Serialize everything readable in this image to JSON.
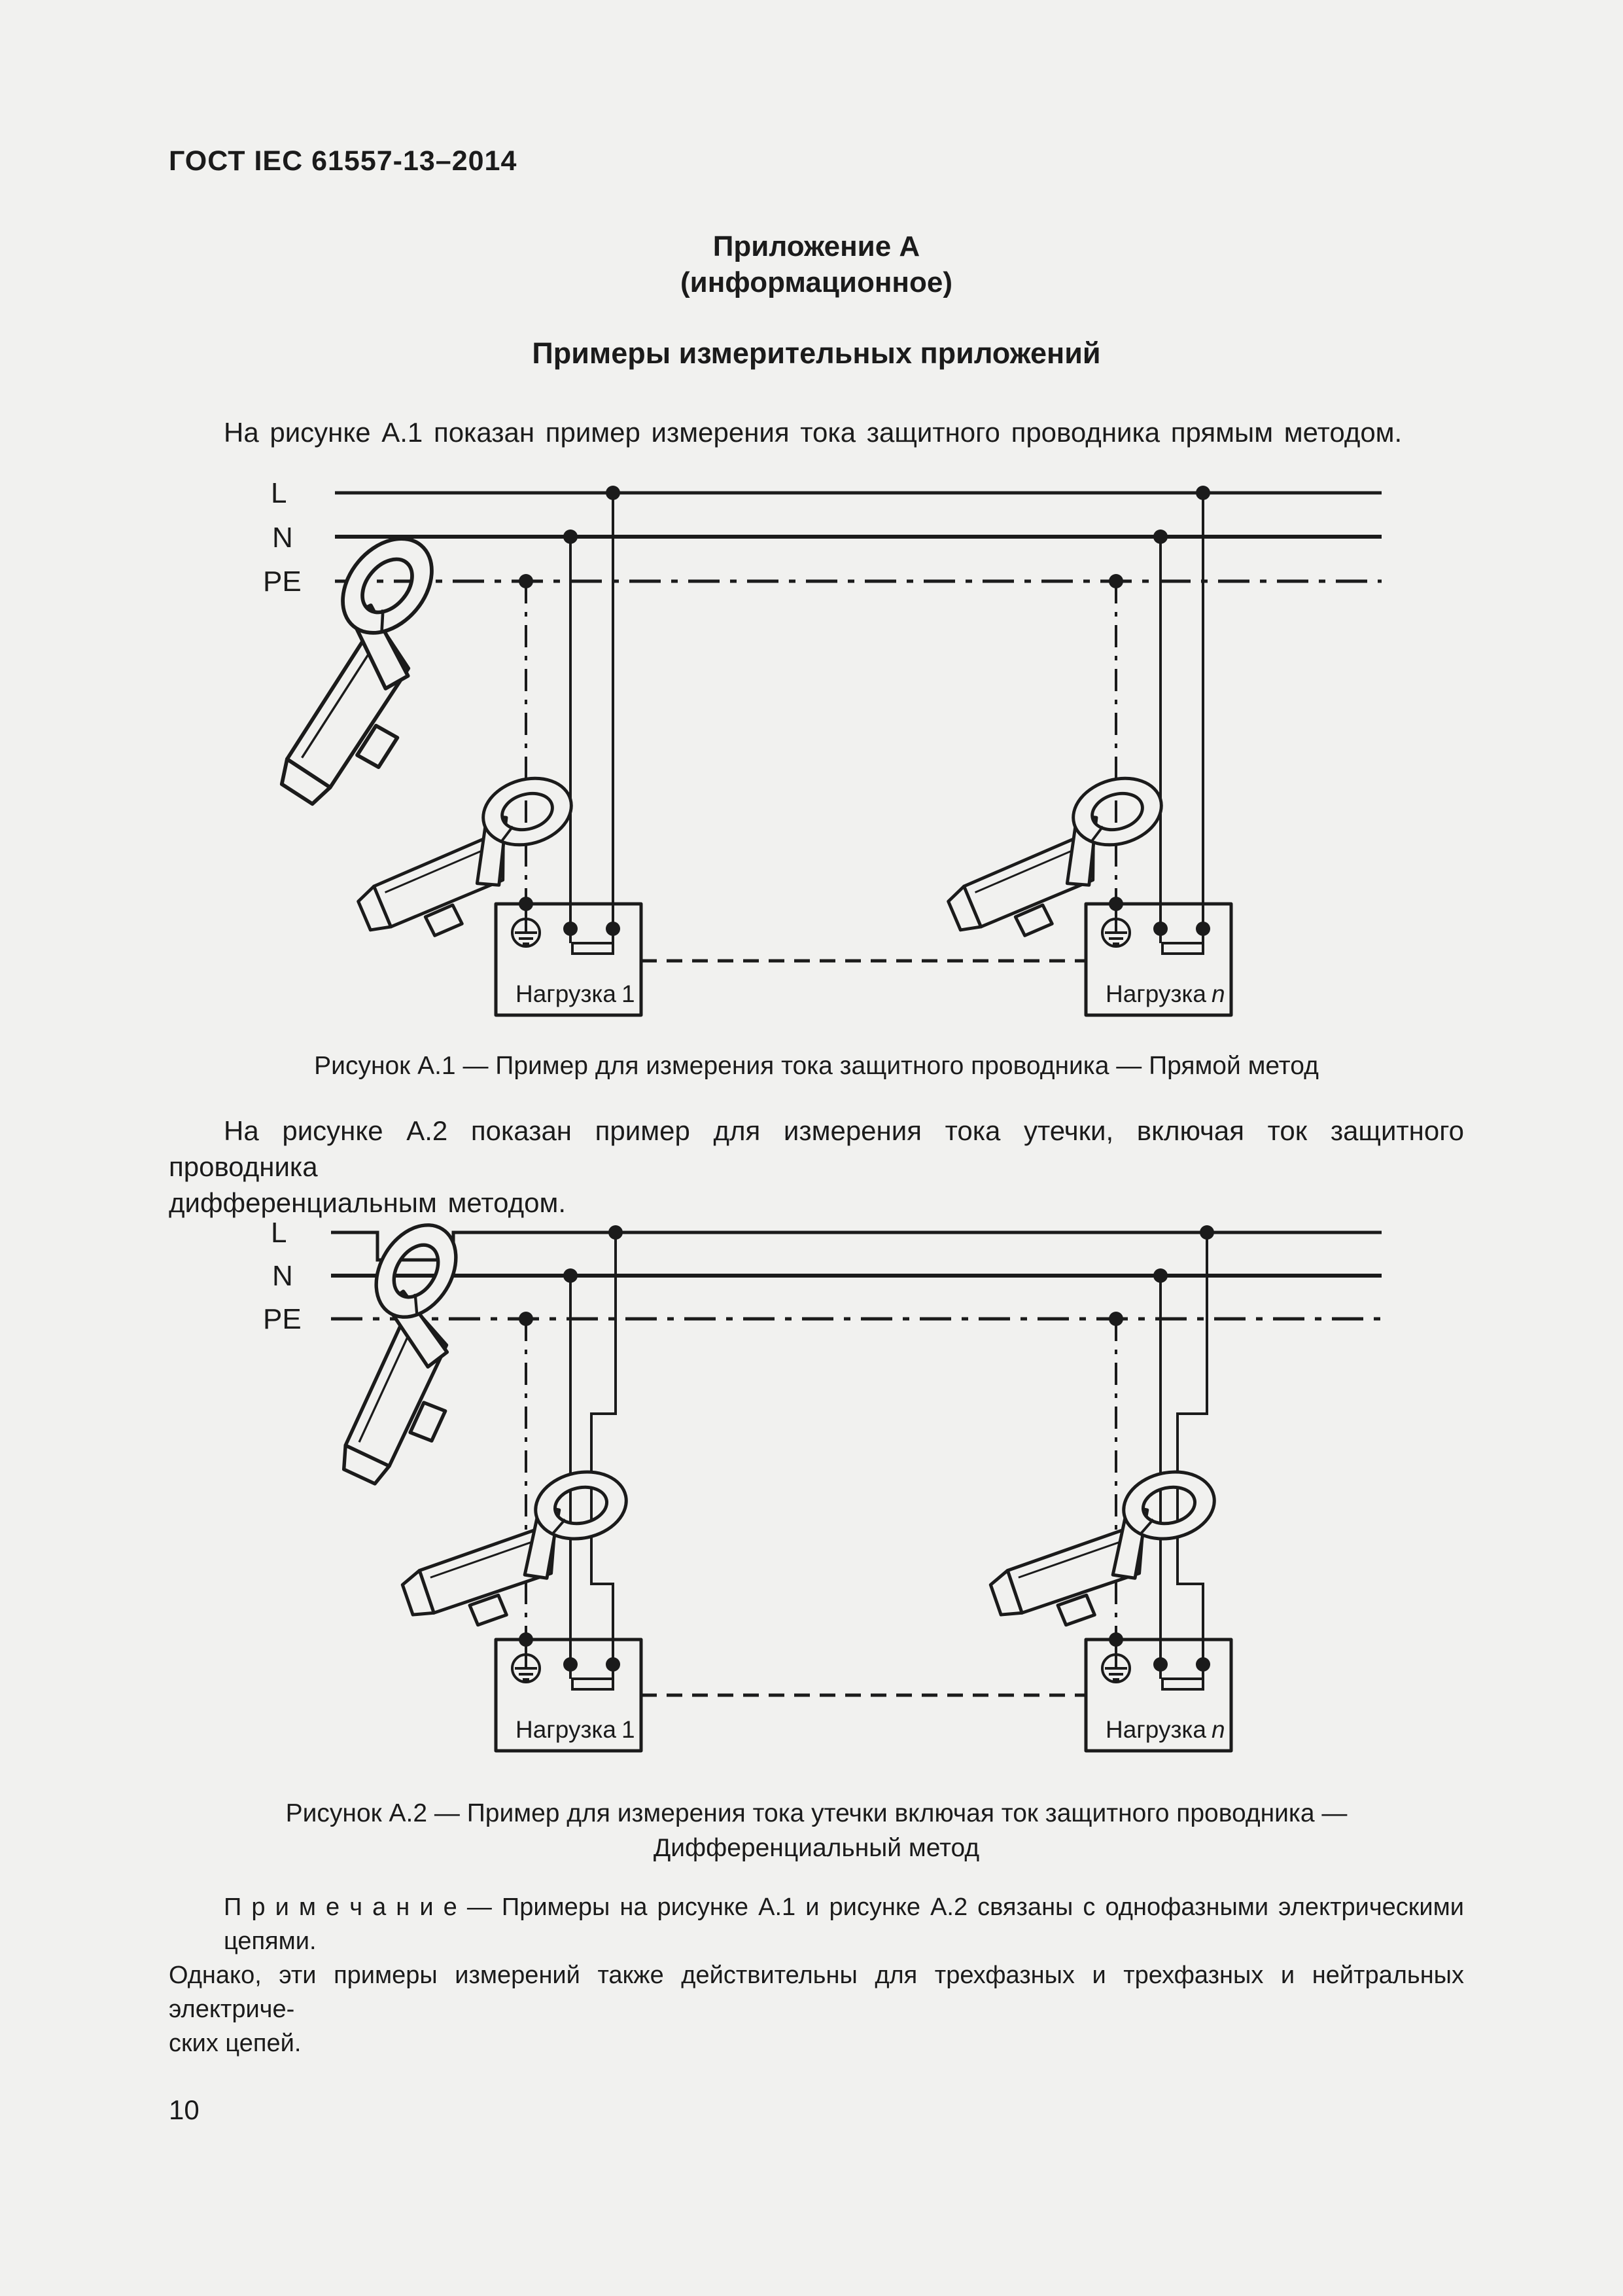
{
  "page": {
    "header_title": "ГОСТ IEC 61557-13–2014",
    "page_number": "10",
    "colors": {
      "background": "#f1f1ef",
      "ink": "#1b1b1b"
    }
  },
  "appendix": {
    "title": "Приложение А",
    "type_note": "(информационное)",
    "section_title": "Примеры измерительных приложений"
  },
  "intro": {
    "a1": "На рисунке А.1 показан пример измерения тока защитного проводника прямым методом.",
    "a2_line1": "На рисунке А.2 показан пример для измерения тока утечки, включая ток защитного проводника",
    "a2_line2": "дифференциальным методом."
  },
  "figure_a1": {
    "caption": "Рисунок А.1 — Пример для измерения тока защитного проводника — Прямой метод",
    "line_labels": {
      "l": "L",
      "n": "N",
      "pe": "PE"
    },
    "loads": {
      "load1_label": "Нагрузка",
      "load1_index": "1",
      "loadn_label": "Нагрузка",
      "loadn_index": "n"
    }
  },
  "figure_a2": {
    "caption_line1": "Рисунок А.2 — Пример для измерения тока утечки включая ток защитного проводника —",
    "caption_line2": "Дифференциальный метод",
    "line_labels": {
      "l": "L",
      "n": "N",
      "pe": "PE"
    },
    "loads": {
      "load1_label": "Нагрузка",
      "load1_index": "1",
      "loadn_label": "Нагрузка",
      "loadn_index": "n"
    }
  },
  "note": {
    "label": "П р и м е ч а н и е",
    "line1_rest": "— Примеры на рисунке А.1 и рисунке А.2 связаны с однофазными электрическими цепями.",
    "line2": "Однако, эти примеры измерений также действительны для трехфазных и трехфазных и нейтральных электриче-",
    "line3": "ских цепей."
  }
}
